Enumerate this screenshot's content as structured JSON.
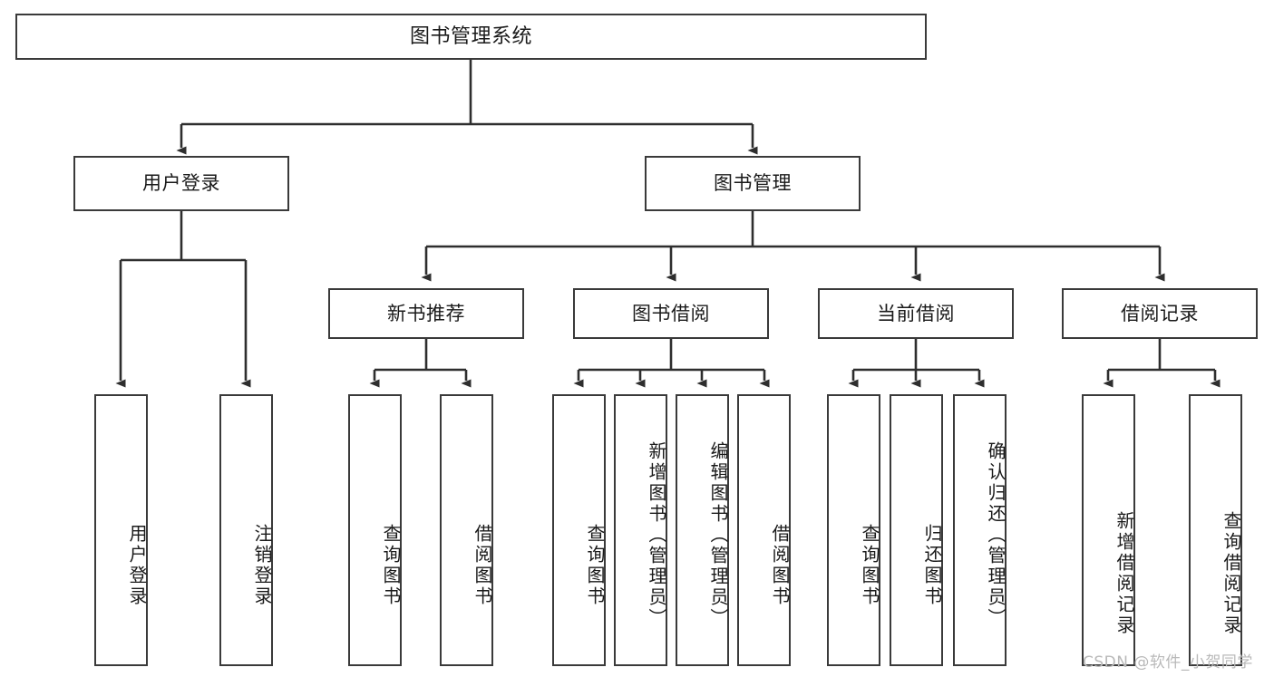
{
  "diagram": {
    "title": "图书管理系统",
    "type": "functional-structure-tree",
    "root": {
      "label": "图书管理系统"
    },
    "level2": [
      {
        "label": "用户登录"
      },
      {
        "label": "图书管理"
      }
    ],
    "level3": [
      {
        "label": "新书推荐"
      },
      {
        "label": "图书借阅"
      },
      {
        "label": "当前借阅"
      },
      {
        "label": "借阅记录"
      }
    ],
    "leaves": {
      "user_login": [
        {
          "label": "用户登录"
        },
        {
          "label": "注销登录"
        }
      ],
      "new_book_recommend": [
        {
          "label": "查询图书"
        },
        {
          "label": "借阅图书"
        }
      ],
      "book_borrow": [
        {
          "label": "查询图书"
        },
        {
          "label": "新增图书（管理员）"
        },
        {
          "label": "编辑图书（管理员）"
        },
        {
          "label": "借阅图书"
        }
      ],
      "current_borrow": [
        {
          "label": "查询图书"
        },
        {
          "label": "归还图书"
        },
        {
          "label": "确认归还（管理员）"
        }
      ],
      "borrow_record": [
        {
          "label": "新增借阅记录"
        },
        {
          "label": "查询借阅记录"
        }
      ]
    }
  },
  "watermark": {
    "text": "CSDN @软件_小贺同学"
  },
  "colors": {
    "border": "#3a3a3a",
    "background": "#ffffff",
    "text": "#1a1a1a",
    "watermark": "#b9b9b9",
    "edge": "#2e2e2e"
  }
}
